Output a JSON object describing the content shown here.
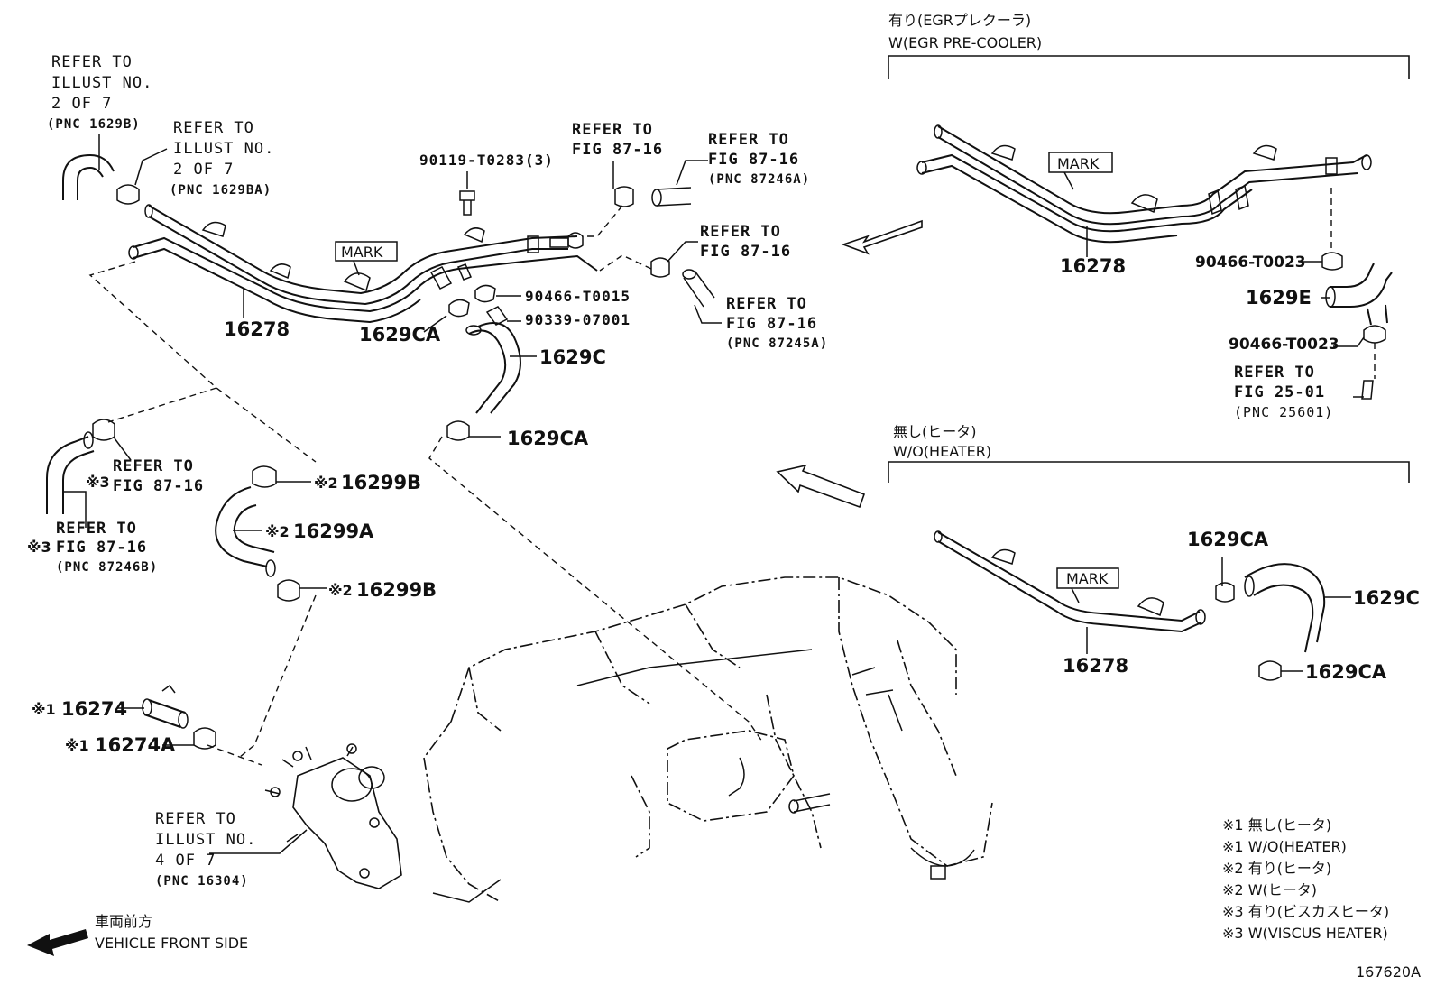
{
  "diagram_id": "167620A",
  "variants": {
    "egr_precooler": {
      "jp": "有り(EGRプレクーラ)",
      "en": "W(EGR PRE-COOLER)"
    },
    "no_heater": {
      "jp": "無し(ヒータ)",
      "en": "W/O(HEATER)"
    }
  },
  "main_parts": {
    "pipe_16278": "16278",
    "mark": "MARK",
    "bolt": "90119-T0283(3)",
    "clip_t0015": "90466-T0015",
    "plug": "90339-07001",
    "clamp_1629ca_a": "1629CA",
    "clamp_1629ca_b": "1629CA",
    "hose_1629c": "1629C",
    "clamp_16299b_top": "16299B",
    "hose_16299a": "16299A",
    "clamp_16299b_bot": "16299B",
    "part_16274": "16274",
    "part_16274a": "16274A"
  },
  "refs": {
    "ref_1629b": [
      "REFER TO",
      "ILLUST NO.",
      "2 OF 7",
      "(PNC 1629B)"
    ],
    "ref_1629ba": [
      "REFER TO",
      "ILLUST NO.",
      "2 OF 7",
      "(PNC 1629BA)"
    ],
    "ref_fig_a": [
      "REFER TO",
      "FIG 87-16"
    ],
    "ref_fig_b": [
      "REFER TO",
      "FIG 87-16",
      "(PNC 87246A)"
    ],
    "ref_fig_c": [
      "REFER TO",
      "FIG 87-16"
    ],
    "ref_fig_d": [
      "REFER TO",
      "FIG 87-16",
      "(PNC 87245A)"
    ],
    "ref_fig_e": [
      "REFER TO",
      "FIG 87-16"
    ],
    "ref_fig_f": [
      "REFER TO",
      "FIG 87-16",
      "(PNC 87246B)"
    ],
    "ref_fig_25": [
      "REFER TO",
      "FIG 25-01",
      "(PNC 25601)"
    ],
    "ref_16304": [
      "REFER TO",
      "ILLUST NO.",
      "4 OF 7",
      "(PNC 16304)"
    ]
  },
  "markers": {
    "m1": "※1",
    "m2": "※2",
    "m3": "※3"
  },
  "egr_parts": {
    "pipe": "16278",
    "mark": "MARK",
    "clip_top": "90466-T0023",
    "hose": "1629E",
    "clip_bot": "90466-T0023"
  },
  "noheater_parts": {
    "pipe": "16278",
    "mark": "MARK",
    "clamp_top": "1629CA",
    "hose": "1629C",
    "clamp_bot": "1629CA"
  },
  "front": {
    "jp": "車両前方",
    "en": "VEHICLE FRONT SIDE"
  },
  "legend": [
    {
      "marker": "※1",
      "text": "無し(ヒータ)"
    },
    {
      "marker": "※1",
      "text": "W/O(HEATER)"
    },
    {
      "marker": "※2",
      "text": "有り(ヒータ)"
    },
    {
      "marker": "※2",
      "text": "W(ヒータ)"
    },
    {
      "marker": "※3",
      "text": " 有り(ビスカスヒータ)"
    },
    {
      "marker": "※3",
      "text": " W(VISCUS HEATER)"
    }
  ]
}
